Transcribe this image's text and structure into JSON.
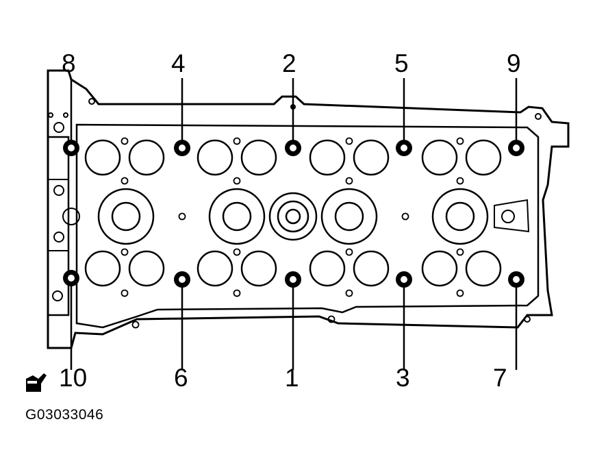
{
  "figure": {
    "code": "G03033046",
    "icon": "oil-can-icon"
  },
  "bolts": [
    {
      "label": "1"
    },
    {
      "label": "2"
    },
    {
      "label": "3"
    },
    {
      "label": "4"
    },
    {
      "label": "5"
    },
    {
      "label": "6"
    },
    {
      "label": "7"
    },
    {
      "label": "8"
    },
    {
      "label": "9"
    },
    {
      "label": "10"
    }
  ]
}
